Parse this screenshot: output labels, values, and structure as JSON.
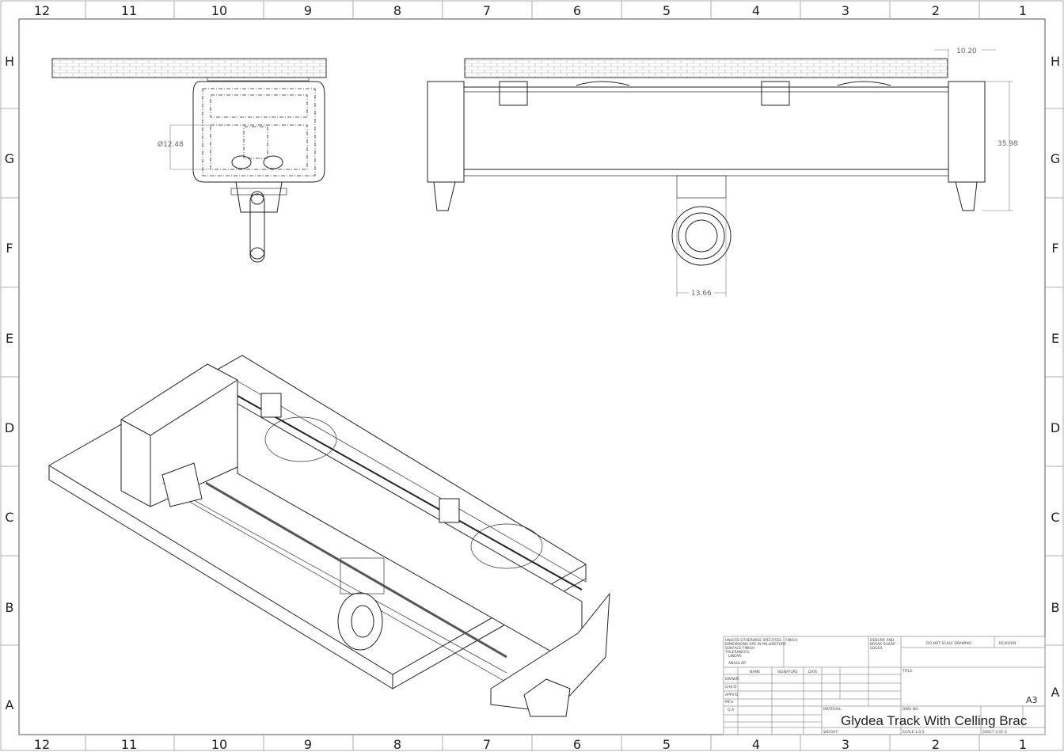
{
  "zones": {
    "columns": [
      "12",
      "11",
      "10",
      "9",
      "8",
      "7",
      "6",
      "5",
      "4",
      "3",
      "2",
      "1"
    ],
    "rows": [
      "H",
      "G",
      "F",
      "E",
      "D",
      "C",
      "B",
      "A"
    ]
  },
  "dimensions": {
    "diameter": "Ø12.48",
    "offset_top": "10.20",
    "height": "35.98",
    "width": "13.66"
  },
  "title_block": {
    "unless_specified": "UNLESS OTHERWISE SPECIFIED:",
    "dimensions_mm": "DIMENSIONS ARE IN MILLIMETERS",
    "surface_finish": "SURFACE FINISH:",
    "tolerances": "TOLERANCES:",
    "linear": "LINEAR:",
    "angular": "ANGULAR:",
    "finish": "FINISH:",
    "deburr": [
      "DEBURR AND",
      "BREAK SHARP",
      "EDGES"
    ],
    "do_not_scale": "DO NOT SCALE DRAWING",
    "revision": "REVISION",
    "col_name": "NAME",
    "col_signature": "SIGNATURE",
    "col_date": "DATE",
    "rows": [
      "DRAWN",
      "CHK'D",
      "APPV'D",
      "MFG",
      "Q.A"
    ],
    "title_label": "TITLE:",
    "material": "MATERIAL:",
    "dwg_no": "DWG NO.",
    "weight": "WEIGHT:",
    "scale": "SCALE:1:0.5",
    "sheet": "SHEET 3 OF 6",
    "size": "A3",
    "title": "Glydea Track With Celling Brac"
  }
}
